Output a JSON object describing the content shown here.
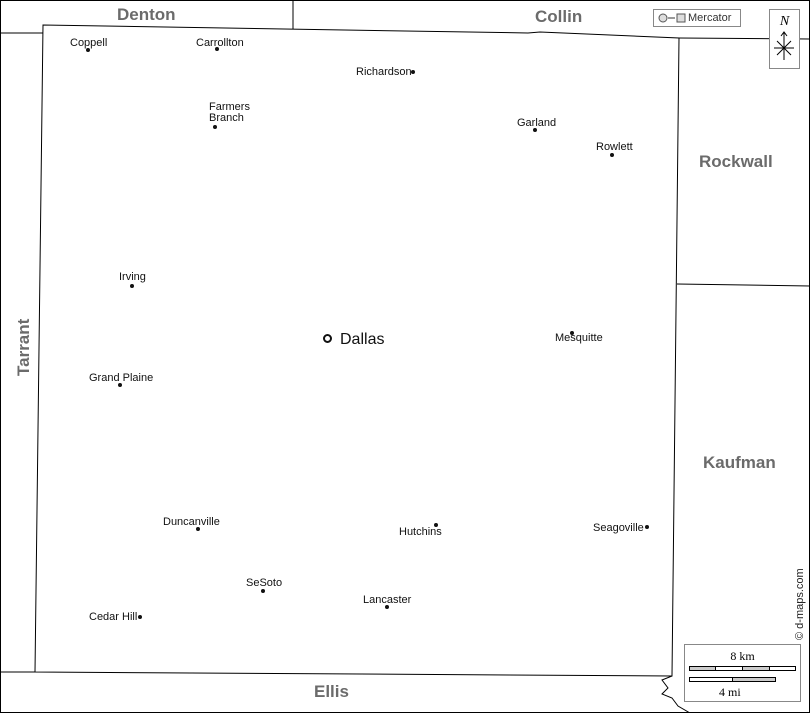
{
  "counties": {
    "denton": "Denton",
    "collin": "Collin",
    "rockwall": "Rockwall",
    "tarrant": "Tarrant",
    "kaufman": "Kaufman",
    "ellis": "Ellis"
  },
  "capital": {
    "name": "Dallas"
  },
  "cities": {
    "coppell": "Coppell",
    "carrollton": "Carrollton",
    "richardson": "Richardson",
    "farmers_branch_1": "Farmers",
    "farmers_branch_2": "Branch",
    "garland": "Garland",
    "rowlett": "Rowlett",
    "irving": "Irving",
    "mesquitte": "Mesquitte",
    "grand_plaine": "Grand Plaine",
    "duncanville": "Duncanville",
    "hutchins": "Hutchins",
    "seagoville": "Seagoville",
    "sesoto": "SeSoto",
    "lancaster": "Lancaster",
    "cedar_hill": "Cedar Hill"
  },
  "legend": {
    "projection": "Mercator",
    "north": "N"
  },
  "scale": {
    "km": "8 km",
    "mi": "4 mi"
  },
  "credit": "© d-maps.com"
}
